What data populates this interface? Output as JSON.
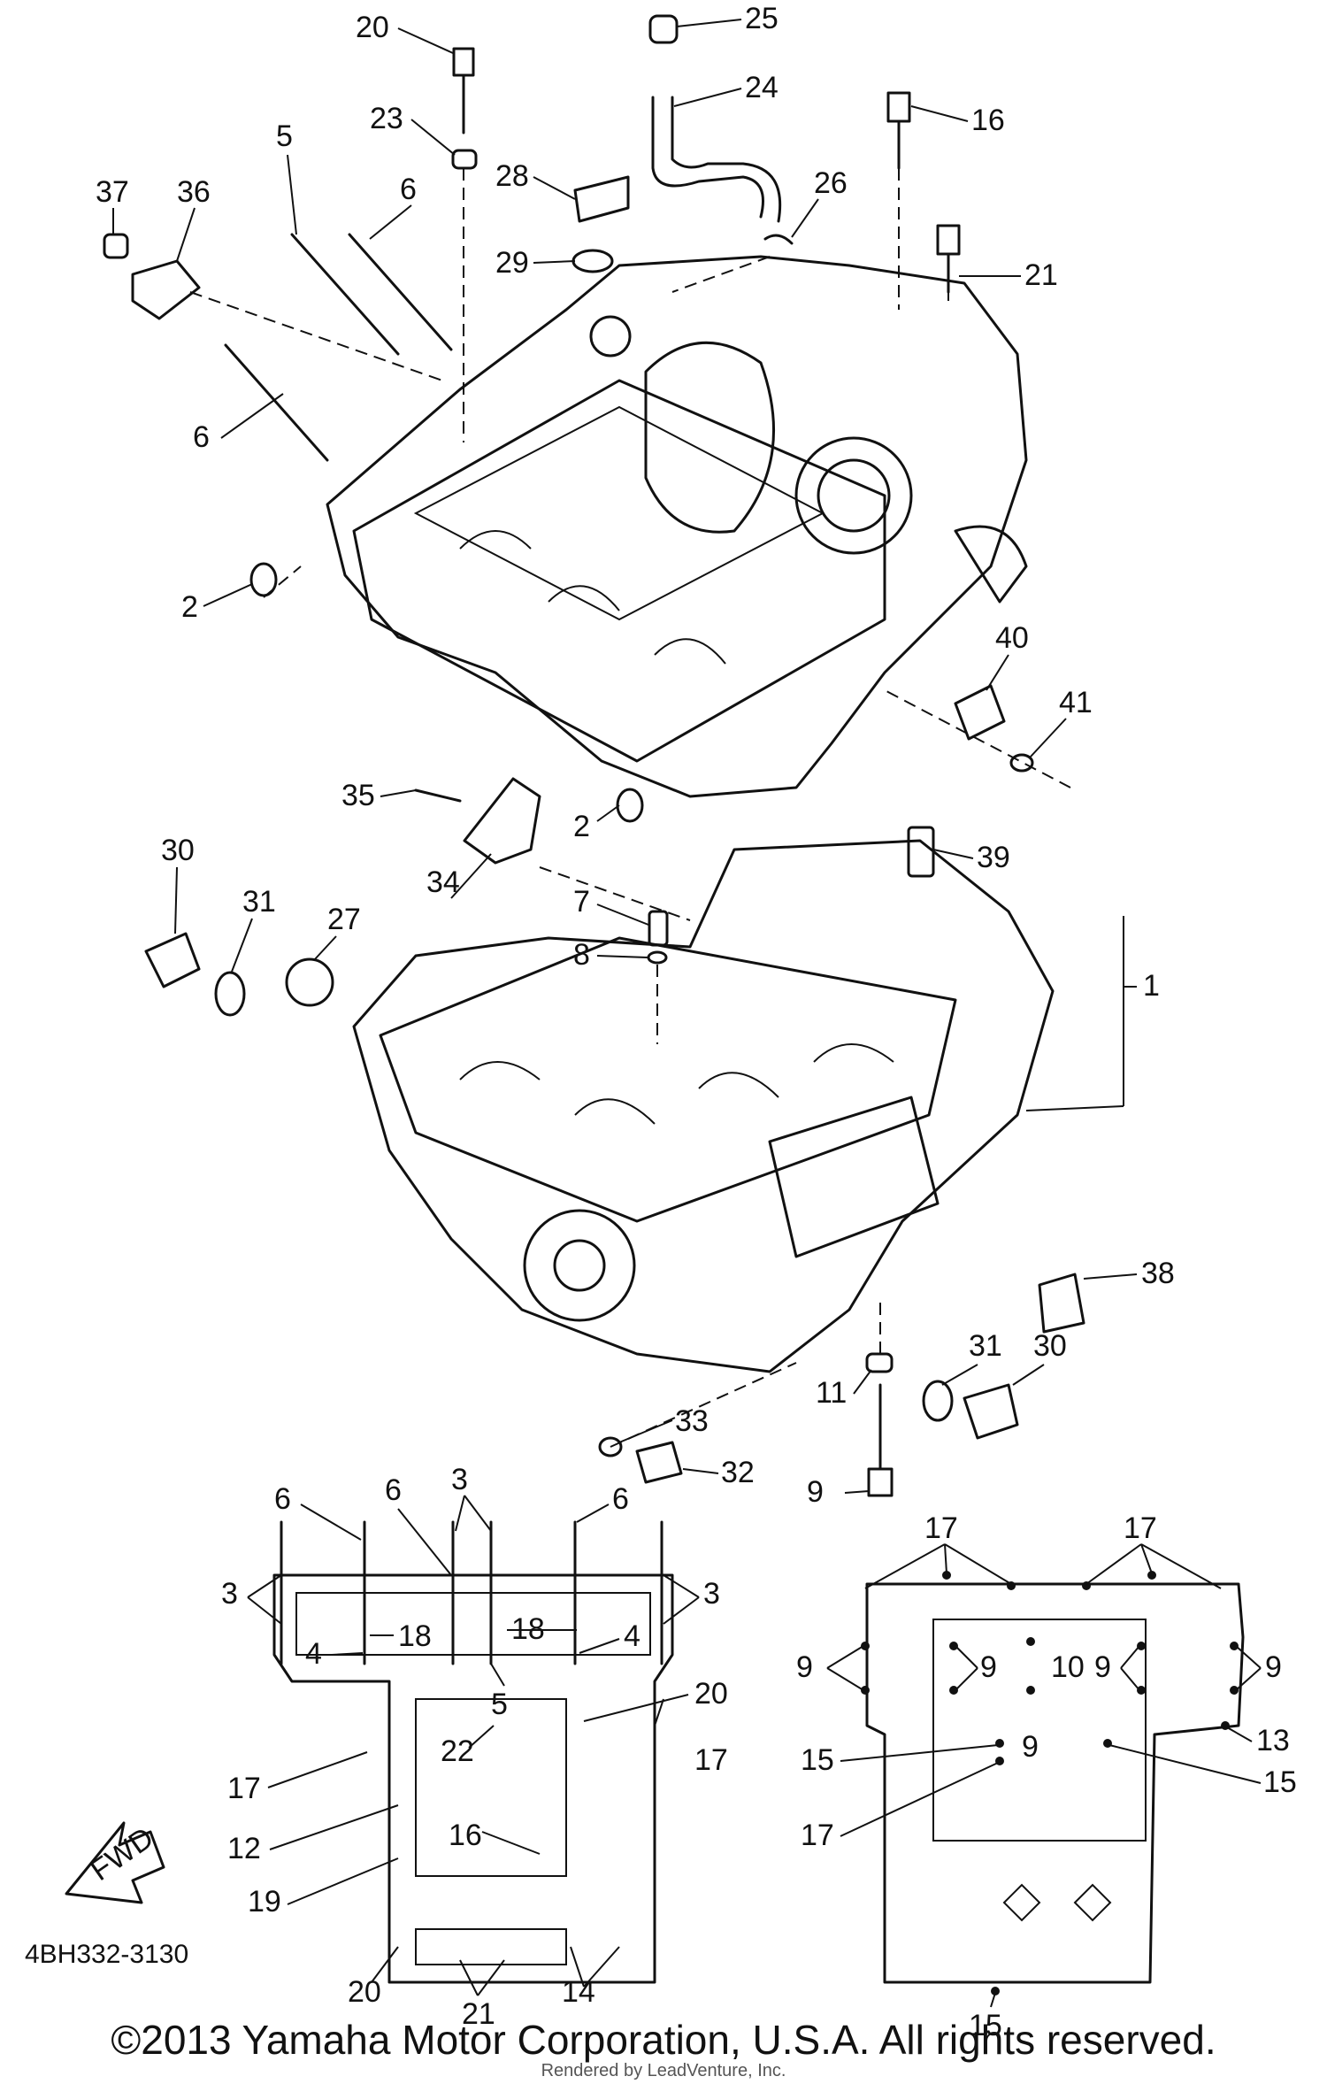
{
  "diagram_code": "4BH332-3130",
  "copyright": "©2013 Yamaha Motor Corporation, U.S.A. All rights reserved.",
  "rendered_by": "Rendered by LeadVenture, Inc.",
  "fwd_arrow_label": "FWD",
  "top_callouts": [
    "20",
    "25",
    "24",
    "23",
    "16",
    "5",
    "6",
    "28",
    "37",
    "36",
    "26",
    "29",
    "21",
    "6",
    "2",
    "40",
    "41",
    "35",
    "2",
    "39",
    "30",
    "31",
    "27",
    "34",
    "7",
    "8",
    "1",
    "38",
    "31",
    "30",
    "11",
    "33",
    "32",
    "9"
  ],
  "upper_view_callouts": [
    "6",
    "6",
    "3",
    "6",
    "3",
    "3",
    "18",
    "18",
    "4",
    "4",
    "5",
    "20",
    "22",
    "17",
    "17",
    "12",
    "16",
    "19",
    "20",
    "21",
    "14"
  ],
  "lower_view_callouts": [
    "17",
    "17",
    "9",
    "9",
    "10",
    "9",
    "9",
    "9",
    "13",
    "15",
    "15",
    "17",
    "15"
  ]
}
